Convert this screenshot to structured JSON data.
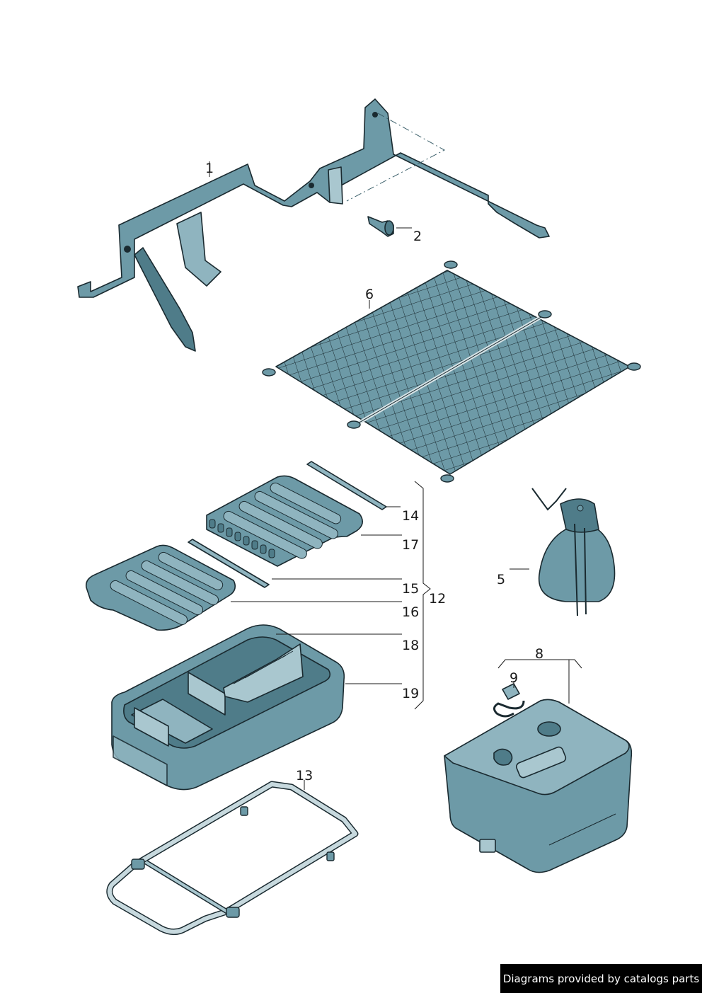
{
  "callouts": {
    "c1": "1",
    "c2": "2",
    "c5": "5",
    "c6": "6",
    "c8": "8",
    "c9": "9",
    "c12": "12",
    "c13": "13",
    "c14": "14",
    "c15": "15",
    "c16": "16",
    "c17": "17",
    "c18": "18",
    "c19": "19"
  },
  "credit": "Diagrams provided by catalogs parts",
  "colors": {
    "part_fill": "#6d9aa7",
    "part_light": "#8fb4bf",
    "part_dark": "#4f7c89",
    "outline": "#1a2a30"
  }
}
